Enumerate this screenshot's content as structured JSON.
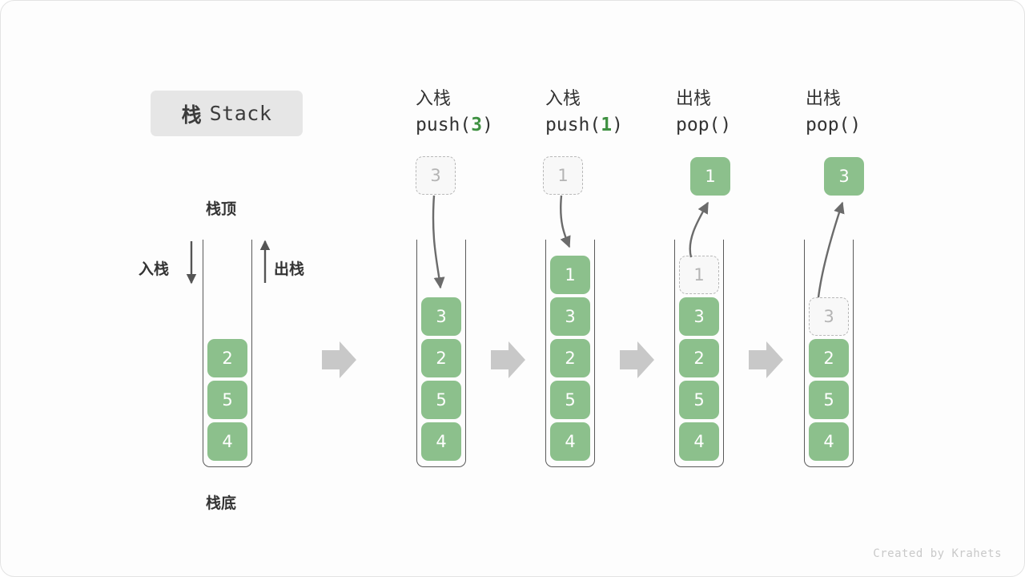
{
  "title": {
    "cn": "栈",
    "en": "Stack"
  },
  "labels": {
    "top": "栈顶",
    "bottom": "栈底",
    "push_side": "入栈",
    "pop_side": "出栈"
  },
  "credit": "Created by Krahets",
  "colors": {
    "cell_fill": "#8cc08c",
    "cell_text": "#ffffff",
    "ghost_fill": "#f8f8f8",
    "ghost_border": "#b9b9b9",
    "ghost_text": "#b4b4b4",
    "wall": "#5a5a5a",
    "arrow": "#6b6b6b",
    "step_arrow": "#c8c8c8",
    "accent_green": "#3f9142",
    "title_chip_bg": "#e6e6e6",
    "text": "#333333"
  },
  "columns": [
    {
      "id": "initial",
      "header_line1": "",
      "header_line2": "",
      "header_op": "",
      "header_arg": "",
      "cells": [
        "2",
        "5",
        "4"
      ],
      "float_cell": null,
      "ghost_index": null
    },
    {
      "id": "push-3",
      "header_line1": "入栈",
      "header_line2": "push(3)",
      "header_op": "push(",
      "header_arg": "3",
      "header_tail": ")",
      "cells": [
        "3",
        "2",
        "5",
        "4"
      ],
      "float_cell": {
        "value": "3",
        "style": "ghost"
      },
      "ghost_index": null
    },
    {
      "id": "push-1",
      "header_line1": "入栈",
      "header_line2": "push(1)",
      "header_op": "push(",
      "header_arg": "1",
      "header_tail": ")",
      "cells": [
        "1",
        "3",
        "2",
        "5",
        "4"
      ],
      "float_cell": {
        "value": "1",
        "style": "ghost"
      },
      "ghost_index": null
    },
    {
      "id": "pop-1",
      "header_line1": "出栈",
      "header_line2": "pop()",
      "header_op": "pop(",
      "header_arg": "",
      "header_tail": ")",
      "cells": [
        "1",
        "3",
        "2",
        "5",
        "4"
      ],
      "float_cell": {
        "value": "1",
        "style": "solid"
      },
      "ghost_index": 0
    },
    {
      "id": "pop-3",
      "header_line1": "出栈",
      "header_line2": "pop()",
      "header_op": "pop(",
      "header_arg": "",
      "header_tail": ")",
      "cells": [
        "3",
        "2",
        "5",
        "4"
      ],
      "float_cell": {
        "value": "3",
        "style": "solid"
      },
      "ghost_index": 0
    }
  ],
  "chart_data": {
    "type": "diagram",
    "title": "栈 Stack",
    "steps": [
      {
        "operation": "",
        "stack_top_to_bottom": [
          "2",
          "5",
          "4"
        ]
      },
      {
        "operation": "push(3)",
        "stack_top_to_bottom": [
          "3",
          "2",
          "5",
          "4"
        ]
      },
      {
        "operation": "push(1)",
        "stack_top_to_bottom": [
          "1",
          "3",
          "2",
          "5",
          "4"
        ]
      },
      {
        "operation": "pop()",
        "returned": "1",
        "stack_top_to_bottom": [
          "3",
          "2",
          "5",
          "4"
        ]
      },
      {
        "operation": "pop()",
        "returned": "3",
        "stack_top_to_bottom": [
          "2",
          "5",
          "4"
        ]
      }
    ]
  }
}
